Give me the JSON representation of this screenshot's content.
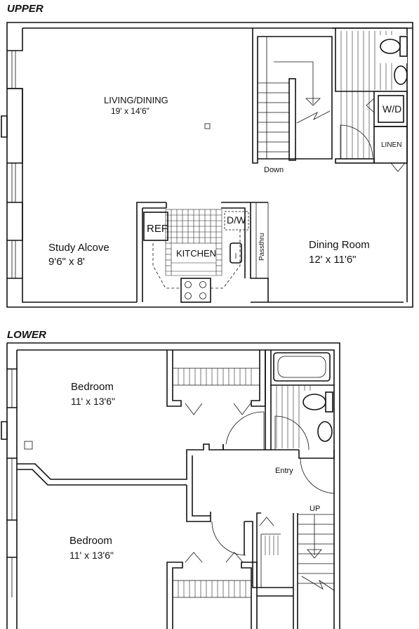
{
  "floors": {
    "upper": {
      "label": "UPPER",
      "rooms": {
        "living_dining": {
          "name": "LIVING/DINING",
          "size": "19' x 14'6\""
        },
        "study_alcove": {
          "name": "Study Alcove",
          "size": "9'6\" x 8'"
        },
        "kitchen": {
          "name": "KITCHEN"
        },
        "dining_room": {
          "name": "Dining Room",
          "size": "12' x 11'6\""
        }
      },
      "fixtures": {
        "ref": "REF",
        "dw": "D/W",
        "wd": "W/D",
        "linen": "LINEN",
        "passthru": "Passthru"
      },
      "stair_label": "Down"
    },
    "lower": {
      "label": "LOWER",
      "rooms": {
        "bedroom_1": {
          "name": "Bedroom",
          "size": "11' x 13'6\""
        },
        "bedroom_2": {
          "name": "Bedroom",
          "size": "11' x 13'6\""
        },
        "entry": {
          "name": "Entry"
        }
      },
      "stair_label": "UP"
    }
  },
  "colors": {
    "line": "#111111",
    "background": "#ffffff"
  }
}
